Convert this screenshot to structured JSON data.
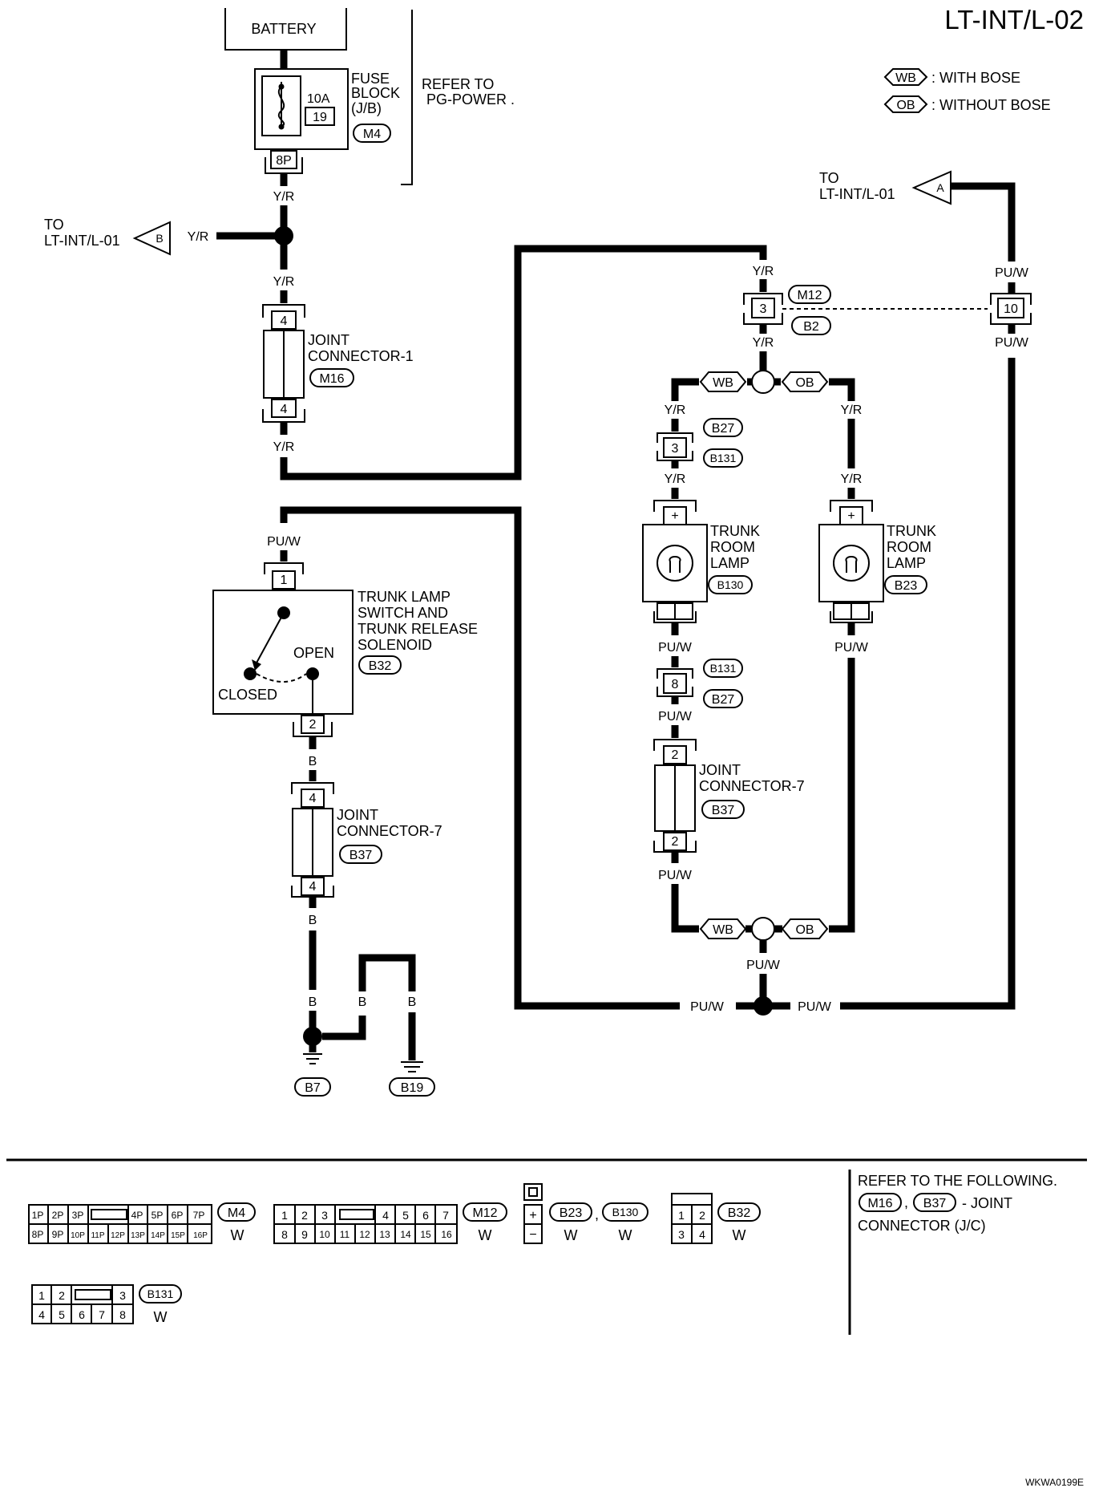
{
  "title": "LT-INT/L-02",
  "figure_id": "WKWA0199E",
  "legend": [
    {
      "tag": "WB",
      "text": ": WITH BOSE"
    },
    {
      "tag": "OB",
      "text": ": WITHOUT BOSE"
    }
  ],
  "battery": "BATTERY",
  "fuse": {
    "amps": "10A",
    "number": "19",
    "line1": "FUSE",
    "line2": "BLOCK",
    "line3": "(J/B)",
    "connector": "M4",
    "pin": "8P"
  },
  "refer_pg": {
    "line1": "REFER TO",
    "line2": "PG-POWER ."
  },
  "wires": {
    "yr": "Y/R",
    "puw": "PU/W",
    "b": "B"
  },
  "to_label": "TO",
  "offpage": [
    {
      "tag": "A",
      "target": "LT-INT/L-01"
    },
    {
      "tag": "B",
      "target": "LT-INT/L-01"
    }
  ],
  "joint1": {
    "line1": "JOINT",
    "line2": "CONNECTOR-1",
    "connector": "M16",
    "pin": "4"
  },
  "joint7": {
    "line1": "JOINT",
    "line2": "CONNECTOR-7",
    "connector": "B37",
    "pin_left": "4",
    "pin_right": "2"
  },
  "m12_b2": {
    "c1": "M12",
    "c2": "B2",
    "pin_left": "3",
    "pin_right": "10"
  },
  "b27_b131": {
    "upper_pin": "3",
    "lower_pin": "8",
    "c_upper_a": "B27",
    "c_upper_b": "B131",
    "c_lower_a": "B131",
    "c_lower_b": "B27"
  },
  "trunk_room_lamp": {
    "line1": "TRUNK",
    "line2": "ROOM",
    "line3": "LAMP",
    "conn_wb": "B130",
    "conn_ob": "B23",
    "pin_plus": "+"
  },
  "switch": {
    "line1": "TRUNK LAMP",
    "line2": "SWITCH AND",
    "line3": "TRUNK RELEASE",
    "line4": "SOLENOID",
    "connector": "B32",
    "open": "OPEN",
    "closed": "CLOSED",
    "pin_top": "1",
    "pin_bottom": "2"
  },
  "grounds": [
    "B7",
    "B19"
  ],
  "footer": {
    "refer_line1": "REFER TO THE FOLLOWING.",
    "refer_c1": "M16",
    "refer_c2": "B37",
    "refer_mid": "- JOINT",
    "refer_line3": "CONNECTOR (J/C)",
    "color_w": "W",
    "m4_top": [
      "1P",
      "2P",
      "3P",
      "",
      "4P",
      "5P",
      "6P",
      "7P"
    ],
    "m4_bottom": [
      "8P",
      "9P",
      "10P",
      "11P",
      "12P",
      "13P",
      "14P",
      "15P",
      "16P"
    ],
    "m12_top": [
      "1",
      "2",
      "3",
      "",
      "4",
      "5",
      "6",
      "7"
    ],
    "m12_bottom": [
      "8",
      "9",
      "10",
      "11",
      "12",
      "13",
      "14",
      "15",
      "16"
    ],
    "b23_pins": [
      "+",
      "−"
    ],
    "b32_top": [
      "1",
      "2"
    ],
    "b32_bottom": [
      "3",
      "4"
    ],
    "b131_top": [
      "1",
      "2",
      "",
      "3"
    ],
    "b131_bottom": [
      "4",
      "5",
      "6",
      "7",
      "8"
    ],
    "connectors": [
      "M4",
      "M12",
      "B23",
      "B130",
      "B32",
      "B131"
    ],
    "comma": ","
  }
}
